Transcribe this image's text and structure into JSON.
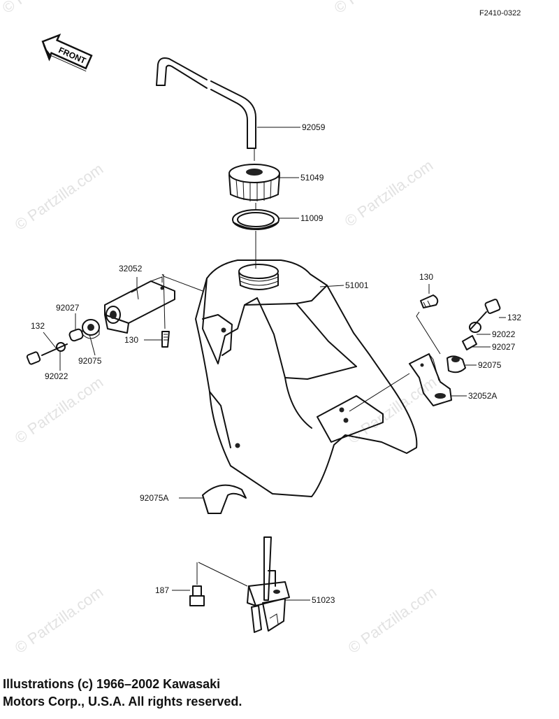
{
  "figure_code": "F2410-0322",
  "direction_label": "FRONT",
  "watermark": "© Partzilla.com",
  "parts": {
    "breather_hose": "92059",
    "cap": "51049",
    "gasket": "11009",
    "tank": "51001",
    "bracket_left": "32052",
    "bracket_right": "32052A",
    "collar_left": "92027",
    "collar_right": "92027",
    "bolt_left": "132",
    "bolt_right": "132",
    "washer_left": "92022",
    "washer_right": "92022",
    "damper_left": "92075",
    "damper_right": "92075",
    "screw_left": "130",
    "screw_right": "130",
    "pad": "92075A",
    "cock_bolt": "187",
    "fuel_cock": "51023"
  },
  "footer": {
    "line1": "Illustrations (c) 1966–2002 Kawasaki",
    "line2": "Motors Corp., U.S.A.  All rights reserved."
  }
}
